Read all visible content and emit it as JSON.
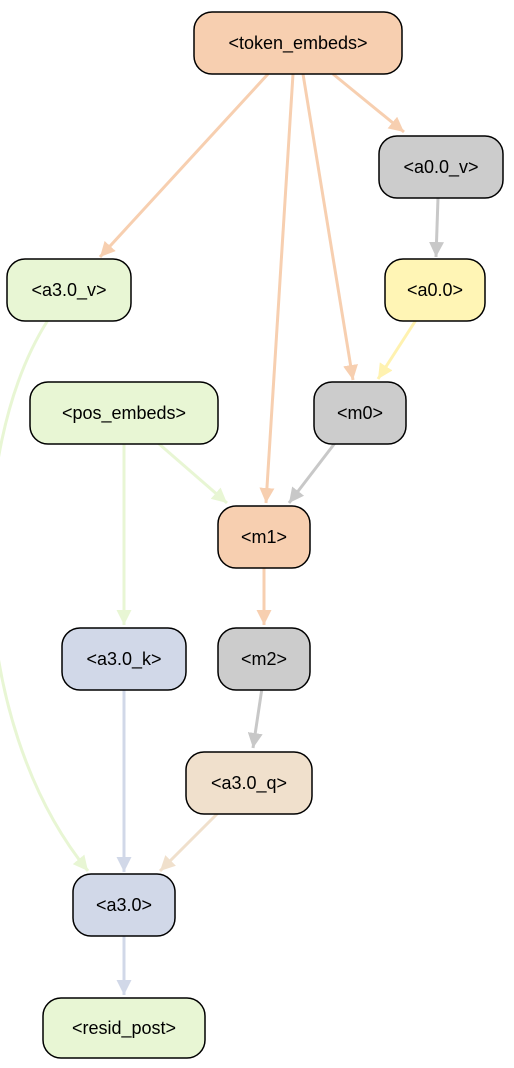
{
  "nodes": {
    "token_embeds": {
      "label": "<token_embeds>",
      "color": "#f7cfb0"
    },
    "a0_0_v": {
      "label": "<a0.0_v>",
      "color": "#cccccc"
    },
    "a0_0": {
      "label": "<a0.0>",
      "color": "#fff5b5"
    },
    "a3_0_v": {
      "label": "<a3.0_v>",
      "color": "#e8f6d4"
    },
    "pos_embeds": {
      "label": "<pos_embeds>",
      "color": "#e8f6d4"
    },
    "m0": {
      "label": "<m0>",
      "color": "#cccccc"
    },
    "m1": {
      "label": "<m1>",
      "color": "#f7cfb0"
    },
    "m2": {
      "label": "<m2>",
      "color": "#cccccc"
    },
    "a3_0_k": {
      "label": "<a3.0_k>",
      "color": "#d1d8e8"
    },
    "a3_0_q": {
      "label": "<a3.0_q>",
      "color": "#f0e0cc"
    },
    "a3_0": {
      "label": "<a3.0>",
      "color": "#d1d8e8"
    },
    "resid_post": {
      "label": "<resid_post>",
      "color": "#e8f6d4"
    }
  },
  "edge_colors": {
    "token_embeds": "#f7cfb0",
    "a0_0_v": "#c8c8c8",
    "a0_0": "#fff2b0",
    "a3_0_v": "#e8f6d4",
    "pos_embeds": "#e8f6d4",
    "m0": "#c8c8c8",
    "m1": "#f7cfb0",
    "m2": "#c8c8c8",
    "a3_0_k": "#d1d8e8",
    "a3_0_q": "#f0e0cc",
    "a3_0": "#d1d8e8"
  },
  "edges": [
    {
      "from": "token_embeds",
      "to": "a3_0_v"
    },
    {
      "from": "token_embeds",
      "to": "m1"
    },
    {
      "from": "token_embeds",
      "to": "m0"
    },
    {
      "from": "token_embeds",
      "to": "a0_0_v"
    },
    {
      "from": "a0_0_v",
      "to": "a0_0"
    },
    {
      "from": "a0_0",
      "to": "m0"
    },
    {
      "from": "m0",
      "to": "m1"
    },
    {
      "from": "pos_embeds",
      "to": "m1"
    },
    {
      "from": "pos_embeds",
      "to": "a3_0_k"
    },
    {
      "from": "m1",
      "to": "m2"
    },
    {
      "from": "m2",
      "to": "a3_0_q"
    },
    {
      "from": "a3_0_v",
      "to": "a3_0"
    },
    {
      "from": "a3_0_k",
      "to": "a3_0"
    },
    {
      "from": "a3_0_q",
      "to": "a3_0"
    },
    {
      "from": "a3_0",
      "to": "resid_post"
    }
  ]
}
